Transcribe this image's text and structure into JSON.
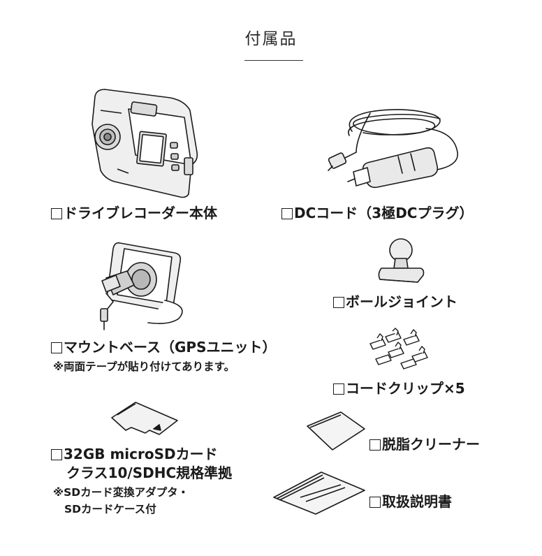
{
  "title": "付属品",
  "items": {
    "recorder": {
      "label": "ドライブレコーダー本体"
    },
    "dc_cord": {
      "label": "DCコード（3極DCプラグ）"
    },
    "mount_base": {
      "label": "マウントベース（GPSユニット）",
      "note": "※両面テープが貼り付けてあります。"
    },
    "ball_joint": {
      "label": "ボールジョイント"
    },
    "cord_clip": {
      "label": "コードクリップ×5"
    },
    "sd_card": {
      "label_line1": "32GB microSDカード",
      "label_line2": "クラス10/SDHC規格準拠",
      "note_line1": "※SDカード変換アダプタ・",
      "note_line2": "SDカードケース付"
    },
    "cleaner": {
      "label": "脱脂クリーナー"
    },
    "manual": {
      "label": "取扱説明書"
    }
  },
  "colors": {
    "ink": "#1a1a1a",
    "light_fill": "#e9e9e9",
    "mid_fill": "#cfcfcf"
  },
  "icons": [
    "checkbox-icon"
  ]
}
